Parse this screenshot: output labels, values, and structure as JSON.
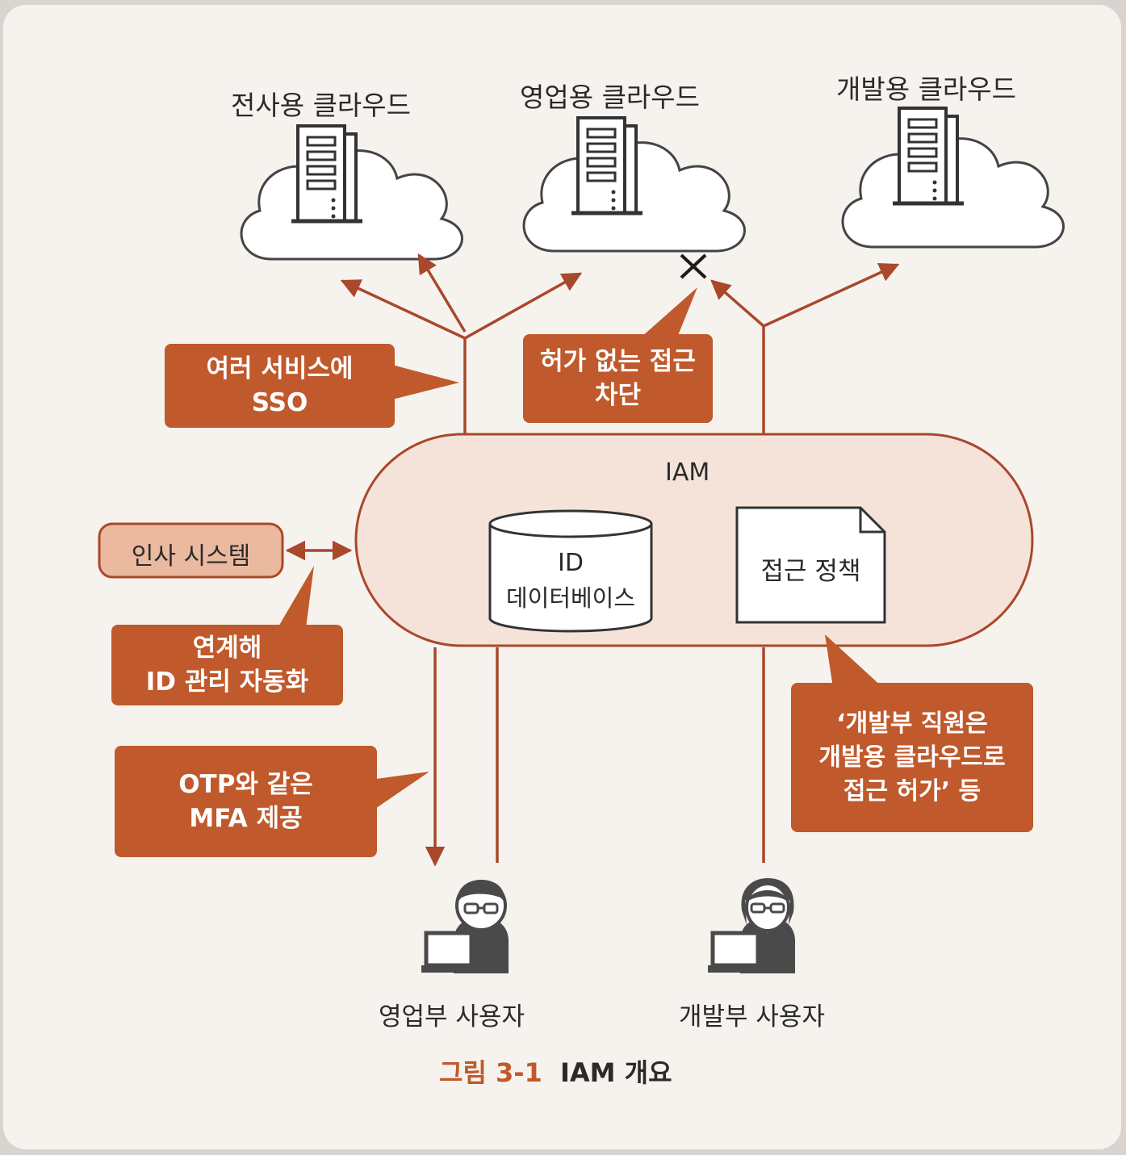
{
  "clouds": [
    {
      "label": "전사용 클라우드"
    },
    {
      "label": "영업용 클라우드"
    },
    {
      "label": "개발용 클라우드"
    }
  ],
  "iam": {
    "title": "IAM",
    "db_line1": "ID",
    "db_line2": "데이터베이스",
    "policy": "접근 정책"
  },
  "hr_system": "인사 시스템",
  "callouts": {
    "sso": {
      "line1": "여러 서비스에",
      "line2": "SSO"
    },
    "block": {
      "line1": "허가 없는 접근",
      "line2": "차단"
    },
    "id_auto": {
      "line1": "연계해",
      "line2": "ID 관리 자동화"
    },
    "mfa": {
      "line1": "OTP와 같은",
      "line2": "MFA 제공"
    },
    "policy_example": {
      "line1": "‘개발부 직원은",
      "line2": "개발용 클라우드로",
      "line3": "접근 허가’ 등"
    }
  },
  "users": [
    {
      "label": "영업부 사용자"
    },
    {
      "label": "개발부 사용자"
    }
  ],
  "caption": {
    "number": "그림 3-1",
    "title": "IAM 개요"
  },
  "colors": {
    "accent": "#c0592b",
    "line": "#a9482a",
    "iam_fill": "#f5e3da",
    "hr_fill": "#eab99f",
    "icon": "#4a4a4a"
  }
}
